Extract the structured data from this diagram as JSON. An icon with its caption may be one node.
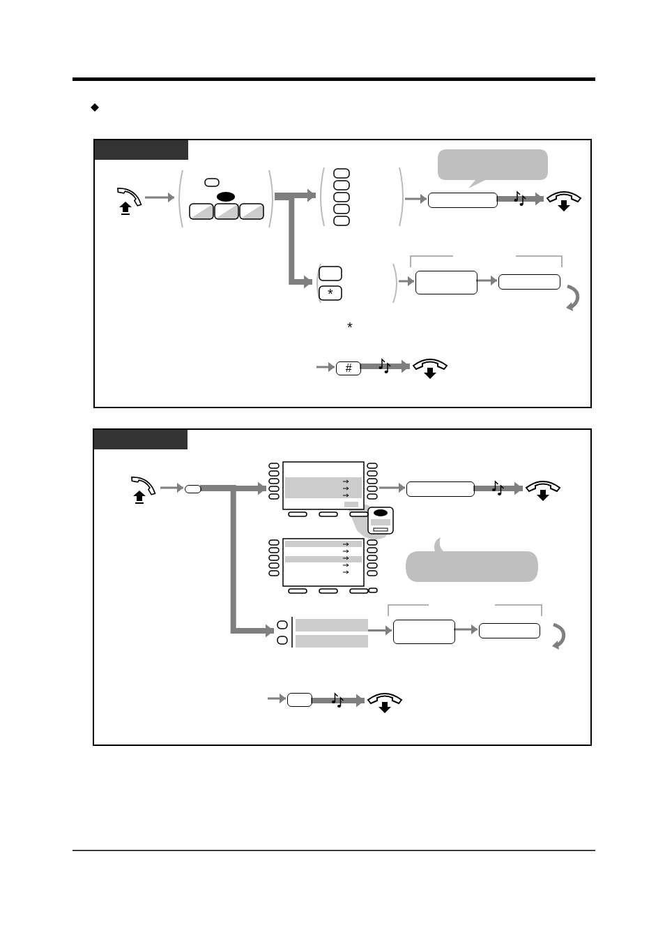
{
  "diagram": {
    "nodes": [
      {
        "text": [],
        "shape": "box"
      },
      {
        "text": [],
        "shape": "picture",
        "in": 0
      },
      {
        "text": [],
        "shape": "box",
        "in": 0
      },
      {
        "text": [],
        "shape": "box",
        "in": 0
      },
      {
        "text": [],
        "shape": "bubble",
        "in": 0
      },
      {
        "text": [],
        "shape": "box",
        "in": 0
      },
      {
        "text": [],
        "shape": "picture",
        "in": 0
      },
      {
        "text": [
          "*"
        ],
        "in": 0
      },
      {
        "text": [],
        "shape": "box",
        "in": 0
      },
      {
        "text": [],
        "shape": "box",
        "in": 0
      },
      {
        "text": [
          "#"
        ],
        "in": 0
      },
      {
        "text": [],
        "shape": "picture",
        "in": 0
      },
      {
        "text": [],
        "shape": "box"
      },
      {
        "text": [],
        "shape": "picture",
        "in": 12
      },
      {
        "text": [],
        "shape": "box",
        "in": 12
      },
      {
        "text": [],
        "shape": "picture",
        "in": 12
      },
      {
        "text": [],
        "shape": "picture",
        "in": 12
      },
      {
        "text": [],
        "shape": "box",
        "in": 12
      },
      {
        "text": [],
        "shape": "picture",
        "in": 12
      },
      {
        "text": [],
        "shape": "bubble",
        "in": 12
      },
      {
        "text": [],
        "shape": "box",
        "in": 12
      },
      {
        "text": [],
        "shape": "box",
        "in": 12
      },
      {
        "text": [],
        "shape": "box",
        "in": 12
      },
      {
        "text": [],
        "shape": "box",
        "in": 12
      },
      {
        "text": [],
        "shape": "picture",
        "in": 12
      }
    ],
    "edges": [
      {
        "from": 1,
        "to": 2,
        "arrow": "to"
      },
      {
        "from": 2,
        "to": 3,
        "arrow": "to",
        "style": "thick"
      },
      {
        "from": 2,
        "to": 7,
        "arrow": "to",
        "style": "thick"
      },
      {
        "from": 3,
        "to": 5,
        "arrow": "to"
      },
      {
        "from": 5,
        "to": 6,
        "arrow": "to",
        "style": "thick"
      },
      {
        "from": 7,
        "to": 8,
        "arrow": "to"
      },
      {
        "from": 8,
        "to": 9,
        "arrow": "to"
      },
      {
        "from": null,
        "to": 10,
        "arrow": "to"
      },
      {
        "from": 10,
        "to": 11,
        "arrow": "to",
        "style": "thick"
      },
      {
        "from": 13,
        "to": 14,
        "arrow": "to"
      },
      {
        "from": 14,
        "to": 15,
        "arrow": "to",
        "style": "thick"
      },
      {
        "from": 14,
        "to": 20,
        "arrow": "to",
        "style": "thick"
      },
      {
        "from": 15,
        "to": 17,
        "arrow": "to"
      },
      {
        "from": 17,
        "to": 18,
        "arrow": "to",
        "style": "thick"
      },
      {
        "from": 20,
        "to": 21,
        "arrow": "to"
      },
      {
        "from": 21,
        "to": 22,
        "arrow": "to"
      },
      {
        "from": null,
        "to": 23,
        "arrow": "to"
      },
      {
        "from": 23,
        "to": 24,
        "arrow": "to",
        "style": "thick"
      }
    ],
    "labels": [
      "*"
    ]
  }
}
